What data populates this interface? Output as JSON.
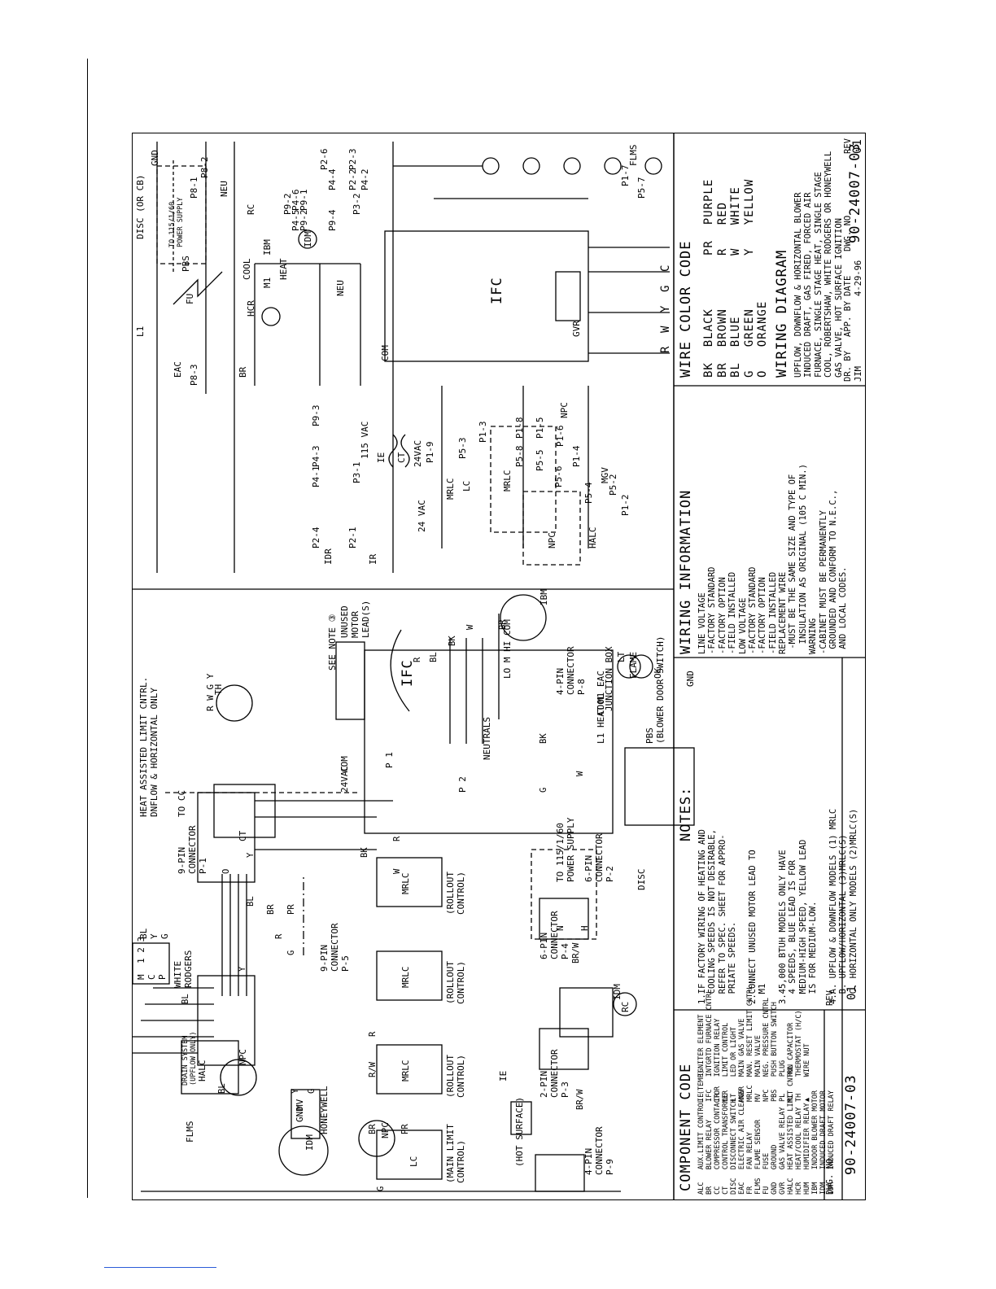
{
  "drawing_number": "90-24007-03",
  "revision_label": "REV",
  "revision": "01",
  "dwg_no_label": "DWG. NO.",
  "title_block": {
    "headers": [
      "DR. BY",
      "APP. BY",
      "DATE",
      "DWG. NO."
    ],
    "drawn_by": "JIM",
    "date": "4-29-96",
    "dwg_number": "90-24007-03",
    "rev": "01"
  },
  "wiring_diagram": {
    "title": "WIRING DIAGRAM",
    "description": "UPFLOW, DOWNFLOW & HORIZONTAL BLOWER\nINDUCED DRAFT, GAS FIRED, FORCED AIR\nFURNACE, SINGLE STAGE HEAT, SINGLE STAGE\nCOOL, ROBERTSHAW, WHITE RODGERS OR HONEYWELL\nGAS VALVE, HOT SURFACE IGNITION"
  },
  "wire_color_code": {
    "title": "WIRE COLOR CODE",
    "col1": "BK  BLACK\nBR  BROWN\nBL  BLUE\nG   GREEN\nO   ORANGE",
    "col2": "PR  PURPLE\nR   RED\nW   WHITE\nY   YELLOW"
  },
  "wiring_information": {
    "title": "WIRING INFORMATION",
    "body": "LINE VOLTAGE\n-FACTORY STANDARD\n-FACTORY OPTION\n-FIELD INSTALLED\nLOW VOLTAGE\n-FACTORY STANDARD\n-FACTORY OPTION\n-FIELD INSTALLED\nREPLACEMENT WIRE\n -MUST BE THE SAME SIZE AND TYPE OF\n  INSULATION AS ORIGINAL (105 C MIN.)\nWARNING\n-CABINET MUST BE PERMANENTLY\n GROUNDED AND CONFORM TO N.E.C.,\n AND LOCAL CODES."
  },
  "notes": {
    "title": "NOTES:",
    "body": "1.IF FACTORY WIRING OF HEATING AND\n  COOLING SPEEDS IS NOT DESIRABLE,\n  REFER TO SPEC. SHEET FOR APPRO-\n  PRIATE SPEEDS.\n\n2.CONNECT UNUSED MOTOR LEAD TO\n  M1\n\n3.45,000 BTUH MODELS ONLY HAVE\n  4 SPEEDS, BLUE LEAD IS FOR\n  MEDIUM-HIGH SPEED, YELLOW LEAD\n  IS FOR MEDIUM-LOW.\n\n4.A. UPFLOW & DOWNFLOW MODELS (1) MRLC\n  B. UPFLOW/HORIZONTAL (3)MRLC(S)\n  C. HORIZONTAL ONLY MODELS (2)MRLC(S)"
  },
  "component_code": {
    "title": "COMPONENT CODE",
    "col1": "ALC   AUX.LIMIT CONTROL (TEMP)\nBR    BLOWER RELAY\nCC    COMPRESSOR CONTACTOR\nCT    CONTROL TRANSFORMER\nDISC  DISCONNECT SWITCH\nEAC   ELECTRIC AIR CLEANER\nFR    FAN RELAY\nFLMS  FLAME SENSOR\nFU    FUSE\nGND   GROUND\nGVR   GAS VALVE RELAY\nHALC  HEAT ASSISTED LIMIT CNTRL\nHCR   HEAT/COOL RELAY\nHUM   HUMIDIFIER RELAY\nIBM   INDOOR BLOWER MOTOR\nIDM   INDUCED DRAFT MOTOR\nIDR   INDUCED DRAFT RELAY",
    "col2": "IE    IGNITER ELEMENT\nIFC   INTGRTD FURNACE CNTRL\nIR    IGNITION RELAY\nLC    LIMIT CONTROL\nLT    LED OR LIGHT\nMGV   MAIN GAS VALVE\nMRLC  MAN. RESET LIMIT CNTRL\nMV    MAIN VALVE\nNPC   NEG. PRESSURE CNTRL\nPBS   PUSH BUTTON SWITCH\nPL    PLUG\nRC    RUN CAPACITOR\nTH    THERMOSTAT (H/C)\n▲     WIRE NUT"
  },
  "labels": {
    "disc_or_cb": "DISC (OR CB)",
    "to_power_supply": "TO 115/1/60\nPOWER SUPPLY",
    "gnd": "GND",
    "neu": "NEU",
    "com": "COM",
    "ifc": "IFC",
    "vac115": "115 VAC",
    "vac24": "24VAC",
    "vac24b": "24 VAC",
    "ct": "CT",
    "pbs": "PBS",
    "fu": "FU",
    "l1": "L1",
    "eac": "EAC",
    "br": "BR",
    "cool": "COOL",
    "heat": "HEAT",
    "hcr": "HCR",
    "m1": "M1",
    "ibm": "IBM",
    "rc": "RC",
    "idm": "IDM",
    "idr": "IDR",
    "ir": "IR",
    "ie": "IE",
    "gvr": "GVR",
    "flms": "FLMS",
    "lc": "LC",
    "mrlc": "MRLC",
    "npc": "NPC",
    "halc": "HALC",
    "mgv": "MGV",
    "p8_3": "P8-3",
    "p8_2": "P8-2",
    "p8_1": "P8-1",
    "p1_3": "P1-3",
    "p1_8": "P1-8",
    "p1_5": "P1-5",
    "p1_6": "P1-6",
    "p1_4": "P1-4",
    "p1_2": "P1-2",
    "p1_7": "P1-7",
    "p1_9": "P1-9",
    "p5_3": "P5-3",
    "p5_8": "P5-8",
    "p5_5": "P5-5",
    "p5_6": "P5-6",
    "p5_4": "P5-4",
    "p5_2": "P5-2",
    "p5_7": "P5-7",
    "p4_3": "P4-3",
    "p4_1": "P4-1",
    "p2_4": "P2-4",
    "p2_1": "P2-1",
    "p2_2": "P2-2",
    "p2_3": "P2-3",
    "p2_6": "P2-6",
    "p3_1": "P3-1",
    "p3_2": "P3-2",
    "p9_3": "P9-3",
    "p9_4": "P9-4",
    "p9_1": "P9-1",
    "p9_2": "P9-2",
    "p4_4": "P4-4",
    "p4_2": "P4-2",
    "p4_5": "P4-5",
    "p4_6": "P4-6",
    "p9_2b": "P9-2",
    "rwyg": [
      "R",
      "W",
      "Y",
      "G",
      "C"
    ],
    "see_note": "SEE NOTE ③",
    "unused_leads": "UNUSED\nMOTOR\nLEAD(S)",
    "halc_long": "HEAT ASSISTED LIMIT CNTRL.\nDNFLOW & HORIZONTAL ONLY",
    "pin9_p1": "9-PIN\nCONNECTOR\nP-1",
    "pin9_p5": "9-PIN\nCONNECTOR\nP-5",
    "pin6_p4": "6-PIN\nCONNECTOR\nP-4",
    "pin6_p2": "6-PIN\nCONNECTOR\nP-2",
    "pin4_p8": "4-PIN\nCONNECTOR\nP-8",
    "pin4_p9": "4-PIN\nCONNECTOR\nP-9",
    "pin2_p3": "2-PIN\nCONNECTOR\nP-3",
    "junction_box": "JUNCTION BOX",
    "pbs_door": "PBS\n(BLOWER DOOR SWITCH)",
    "to_power_supply2": "TO 115/1/60\nPOWER SUPPLY",
    "disc": "DISC",
    "to_cc": "TO CC",
    "th": "TH",
    "neutrals": "NEUTRALS",
    "p2": "P 2",
    "p1": "P 1",
    "rollout": "(ROLLOUT\nCONTROL)",
    "main_limit": "(MAIN LIMIT\nCONTROL)",
    "hot_surface": "(HOT SURFACE)",
    "drain": "DRAIN SYSTEM\n(UPFLOW ONLY)",
    "white_rodgers": "WHITE\nRODGERS",
    "honeywell": "HONEYWELL",
    "mv": "MV",
    "gnd_t": "GND",
    "ok": "OK",
    "flame": "FLAME",
    "lt": "LT",
    "eac_t": "EAC",
    "m1_t": "M1",
    "cool_t": "COOL",
    "heat_t": "HEAT",
    "l1_t": "L1",
    "com_t": "COM",
    "vac24c": "24VAC",
    "mcp": "M\nC\nP",
    "nums123": "1  2  3",
    "blyg": "BL\nY\nG",
    "wire_w": "W",
    "wire_bk": "BK",
    "wire_r": "R",
    "wire_bl": "BL",
    "wire_g": "G",
    "wire_y": "Y",
    "wire_o": "O",
    "wire_pr": "PR",
    "wire_br": "BR",
    "wire_rw": "R/W",
    "wire_brw": "BR/W",
    "lo_m_hi": "LO  M  HI  COM",
    "ibm_t": "IBM",
    "rwgy": "R W G Y",
    "n": "N",
    "h": "H"
  }
}
